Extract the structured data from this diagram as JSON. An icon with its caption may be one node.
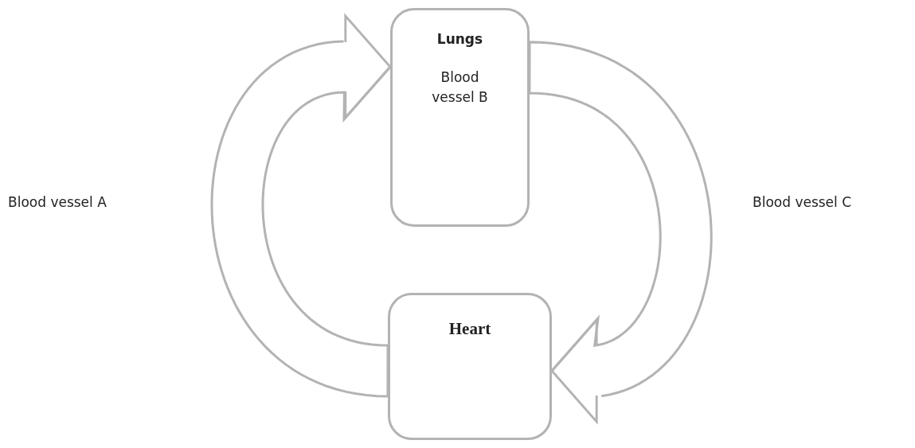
{
  "diagram": {
    "nodes": [
      {
        "text": [
          "Lungs",
          "Blood vessel B"
        ]
      },
      {
        "text": [
          "Heart"
        ]
      }
    ],
    "edges": [
      {
        "from": 1,
        "to": 0,
        "arrow": "to"
      },
      {
        "from": 0,
        "to": 1,
        "arrow": "to"
      }
    ],
    "labels": [
      "Blood vessel A",
      "Blood vessel C"
    ]
  }
}
